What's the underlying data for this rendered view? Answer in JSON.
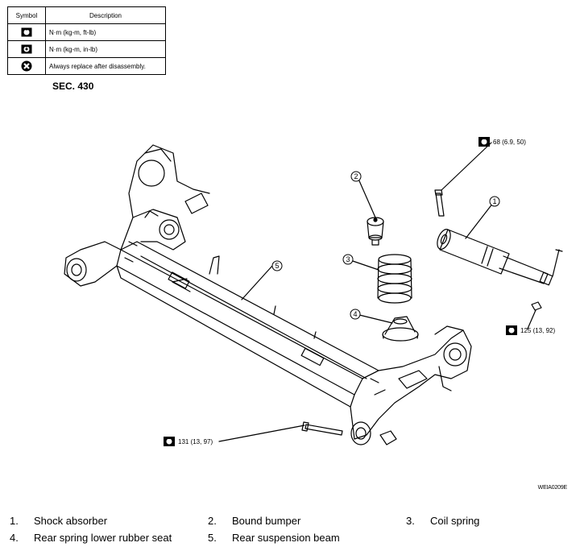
{
  "legend": {
    "header_symbol": "Symbol",
    "header_description": "Description",
    "rows": [
      {
        "icon": "torque-wrench-icon",
        "description": "N·m (kg-m, ft-lb)"
      },
      {
        "icon": "torque-wrench-small-icon",
        "description": "N·m (kg-m, in-lb)"
      },
      {
        "icon": "replace-part-icon",
        "description": "Always replace after disassembly."
      }
    ]
  },
  "section": "SEC. 430",
  "figure_code": "WEIA0209E",
  "torque_labels": {
    "top": "68 (6.9, 50)",
    "right": "125 (13, 92)",
    "bottom": "131 (13, 97)"
  },
  "callouts": [
    "1",
    "2",
    "3",
    "4",
    "5"
  ],
  "parts": [
    {
      "num": "1.",
      "name": "Shock absorber"
    },
    {
      "num": "2.",
      "name": "Bound bumper"
    },
    {
      "num": "3.",
      "name": "Coil spring"
    },
    {
      "num": "4.",
      "name": "Rear spring lower rubber seat"
    },
    {
      "num": "5.",
      "name": "Rear suspension beam"
    }
  ]
}
